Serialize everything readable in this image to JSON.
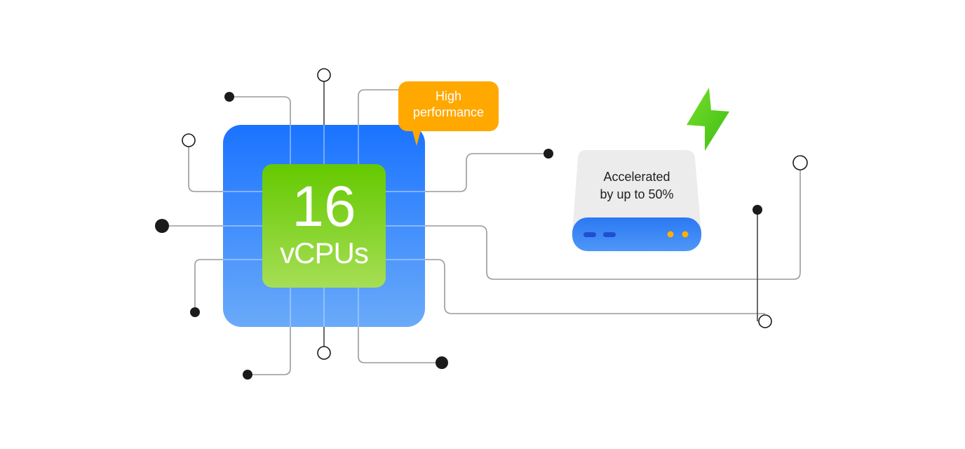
{
  "chip": {
    "count": "16",
    "unit": "vCPUs",
    "outer_color": "#4a8ff5",
    "inner_color": "#7ccf2c"
  },
  "callout": {
    "text": "High\nperformance",
    "color": "#ffa800"
  },
  "server": {
    "text": "Accelerated\nby up to 50%",
    "body_color": "#ececec",
    "base_color": "#3d86f3",
    "led_color": "#ffb000",
    "icon": "lightning-bolt-icon",
    "icon_color": "#5dcf1f"
  },
  "wiring": {
    "line_color": "#9a9a9a",
    "dark_line_color": "#444444",
    "node_color": "#1b1b1b"
  }
}
